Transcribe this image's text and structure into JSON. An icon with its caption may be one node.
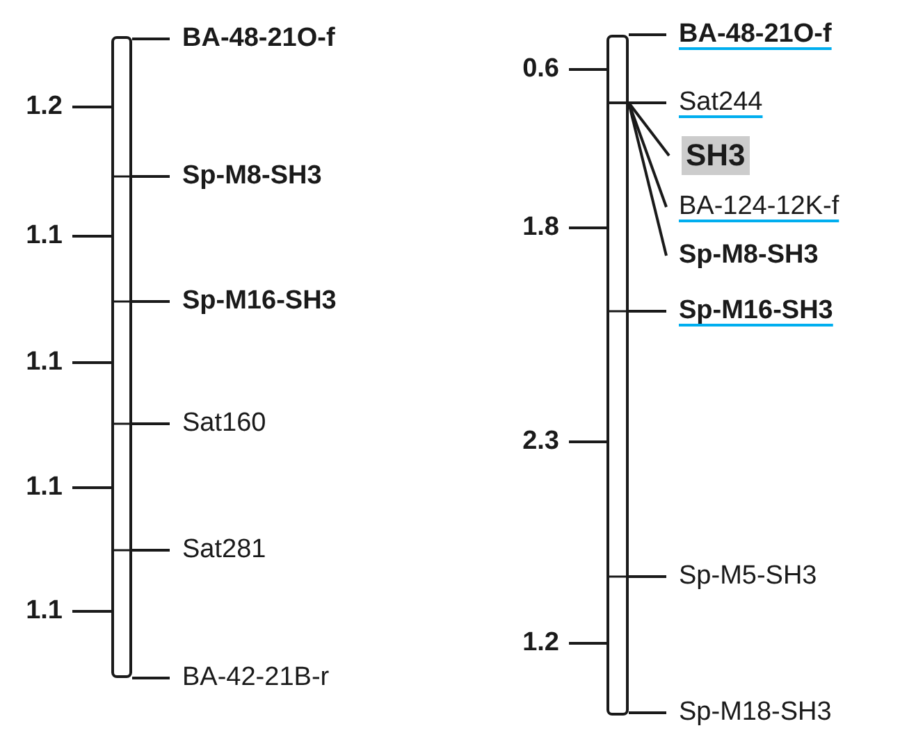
{
  "diagram": {
    "nodes": [
      {
        "text": [],
        "shape": "bar"
      },
      {
        "text": [
          "BA-48-21O-f"
        ]
      },
      {
        "text": [
          "Sp-M8-SH3"
        ]
      },
      {
        "text": [
          "Sp-M16-SH3"
        ]
      },
      {
        "text": [
          "Sat160"
        ]
      },
      {
        "text": [
          "Sat281"
        ]
      },
      {
        "text": [
          "BA-42-21B-r"
        ]
      },
      {
        "text": [
          "1.2"
        ]
      },
      {
        "text": [
          "1.1"
        ]
      },
      {
        "text": [
          "1.1"
        ]
      },
      {
        "text": [
          "1.1"
        ]
      },
      {
        "text": [
          "1.1"
        ]
      },
      {
        "text": [],
        "shape": "bar"
      },
      {
        "text": [
          "BA-48-21O-f"
        ]
      },
      {
        "text": [
          "Sat244"
        ]
      },
      {
        "text": [
          "SH3"
        ]
      },
      {
        "text": [
          "BA-124-12K-f"
        ]
      },
      {
        "text": [
          "Sp-M8-SH3"
        ]
      },
      {
        "text": [
          "Sp-M16-SH3"
        ]
      },
      {
        "text": [
          "Sp-M5-SH3"
        ]
      },
      {
        "text": [
          "Sp-M18-SH3"
        ]
      },
      {
        "text": [
          "0.6"
        ]
      },
      {
        "text": [
          "1.8"
        ]
      },
      {
        "text": [
          "2.3"
        ]
      },
      {
        "text": [
          "1.2"
        ]
      }
    ],
    "edges": [
      {
        "from": 1,
        "to": 0,
        "arrow": "none"
      },
      {
        "from": 2,
        "to": 0,
        "arrow": "none"
      },
      {
        "from": 3,
        "to": 0,
        "arrow": "none"
      },
      {
        "from": 4,
        "to": 0,
        "arrow": "none"
      },
      {
        "from": 5,
        "to": 0,
        "arrow": "none"
      },
      {
        "from": 6,
        "to": 0,
        "arrow": "none"
      },
      {
        "from": 7,
        "to": 0,
        "arrow": "none"
      },
      {
        "from": 8,
        "to": 0,
        "arrow": "none"
      },
      {
        "from": 9,
        "to": 0,
        "arrow": "none"
      },
      {
        "from": 10,
        "to": 0,
        "arrow": "none"
      },
      {
        "from": 11,
        "to": 0,
        "arrow": "none"
      },
      {
        "from": 13,
        "to": 12,
        "arrow": "none"
      },
      {
        "from": 14,
        "to": 12,
        "arrow": "none"
      },
      {
        "from": 15,
        "to": 12,
        "arrow": "none"
      },
      {
        "from": 16,
        "to": 12,
        "arrow": "none"
      },
      {
        "from": 17,
        "to": 12,
        "arrow": "none"
      },
      {
        "from": 18,
        "to": 12,
        "arrow": "none"
      },
      {
        "from": 19,
        "to": 12,
        "arrow": "none"
      },
      {
        "from": 20,
        "to": 12,
        "arrow": "none"
      },
      {
        "from": 21,
        "to": 12,
        "arrow": "none"
      },
      {
        "from": 22,
        "to": 12,
        "arrow": "none"
      },
      {
        "from": 23,
        "to": 12,
        "arrow": "none"
      },
      {
        "from": 24,
        "to": 12,
        "arrow": "none"
      }
    ]
  }
}
